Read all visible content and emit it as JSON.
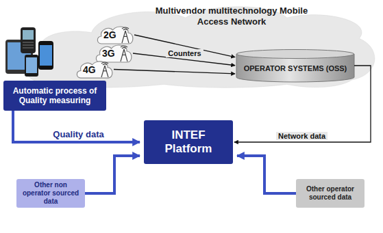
{
  "diagram": {
    "nodes": [
      {
        "text": [
          "Multivendor multitechnology Mobile Access Network"
        ]
      },
      {
        "text": [
          "2G"
        ],
        "in": 0
      },
      {
        "text": [
          "3G"
        ],
        "in": 0
      },
      {
        "text": [
          "4G"
        ],
        "in": 0
      },
      {
        "text": [
          "OPERATOR SYSTEMS (OSS)"
        ],
        "in": 0
      },
      {
        "text": [
          "Automatic process of Quality measuring"
        ]
      },
      {
        "text": [
          "INTEF Platform"
        ]
      },
      {
        "text": [
          "Other non operator sourced data"
        ]
      },
      {
        "text": [
          "Other operator sourced data"
        ]
      }
    ],
    "edges": [
      {
        "from": 1,
        "to": 4,
        "arrow": "to"
      },
      {
        "from": 2,
        "to": 4,
        "arrow": "to",
        "label": "Counters"
      },
      {
        "from": 3,
        "to": 4,
        "arrow": "to"
      },
      {
        "from": 5,
        "to": 6,
        "arrow": "to",
        "label": "Quality data"
      },
      {
        "from": 4,
        "to": 6,
        "arrow": "to",
        "label": "Network data"
      },
      {
        "from": 7,
        "to": 6,
        "arrow": "to"
      },
      {
        "from": 8,
        "to": 6,
        "arrow": "to"
      }
    ]
  }
}
